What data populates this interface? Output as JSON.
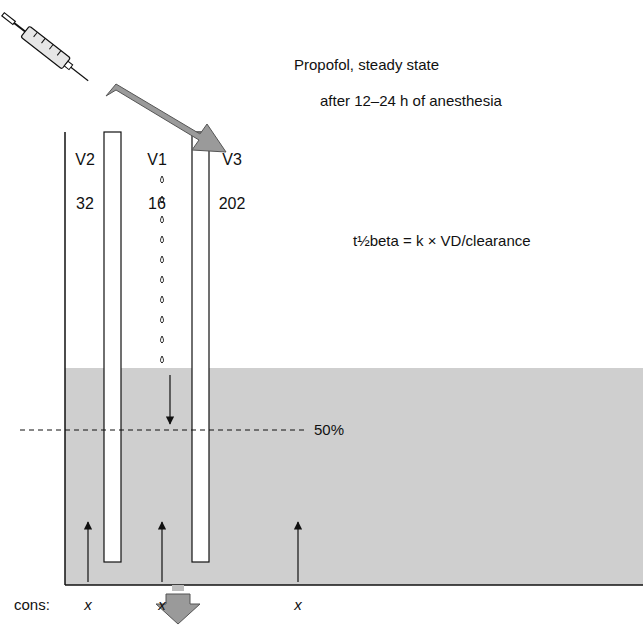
{
  "diagram": {
    "nodes": [
      {
        "text": [
          "V2",
          "32"
        ]
      },
      {
        "text": [
          "V1",
          "16"
        ]
      },
      {
        "text": [
          "V3",
          "202"
        ]
      }
    ],
    "labels": [
      "Propofol, steady state",
      "after 12–24 h of anesthesia",
      "t½beta = k × VD/clearance",
      "50%",
      "cons:",
      "x",
      "x",
      "x"
    ]
  }
}
